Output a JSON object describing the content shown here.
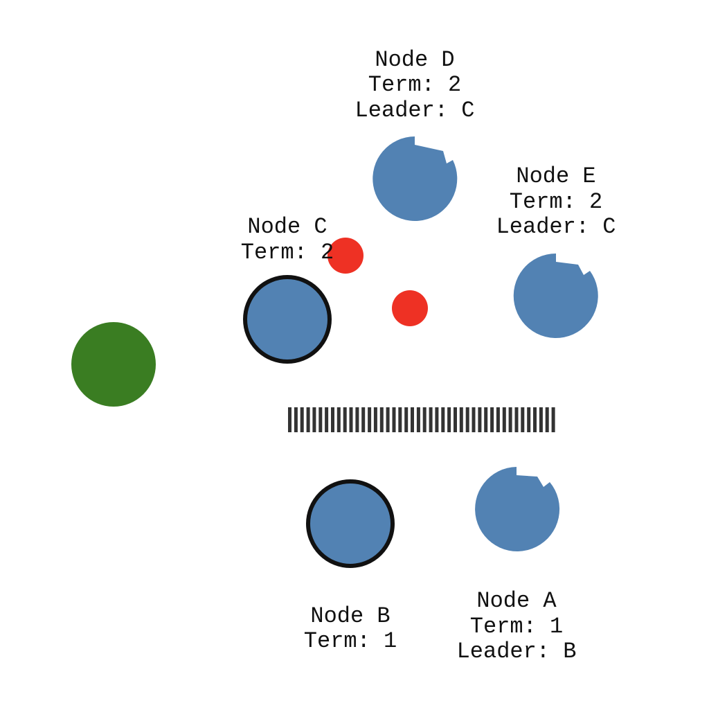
{
  "colors": {
    "node": "#5282b3",
    "leader_outline": "#111111",
    "client": "#3a7d22",
    "message": "#ee3124",
    "partition": "#333333"
  },
  "nodes": {
    "A": {
      "name": "Node A",
      "term": "Term: 1",
      "leader": "Leader: B",
      "role": "follower"
    },
    "B": {
      "name": "Node B",
      "term": "Term: 1",
      "role": "leader"
    },
    "C": {
      "name": "Node C",
      "term": "Term: 2",
      "role": "leader"
    },
    "D": {
      "name": "Node D",
      "term": "Term: 2",
      "leader": "Leader: C",
      "role": "follower"
    },
    "E": {
      "name": "Node E",
      "term": "Term: 2",
      "leader": "Leader: C",
      "role": "follower"
    }
  },
  "client": {
    "icon": "client-circle"
  },
  "messages": {
    "count": 2
  },
  "partition": {
    "icon": "network-partition"
  }
}
